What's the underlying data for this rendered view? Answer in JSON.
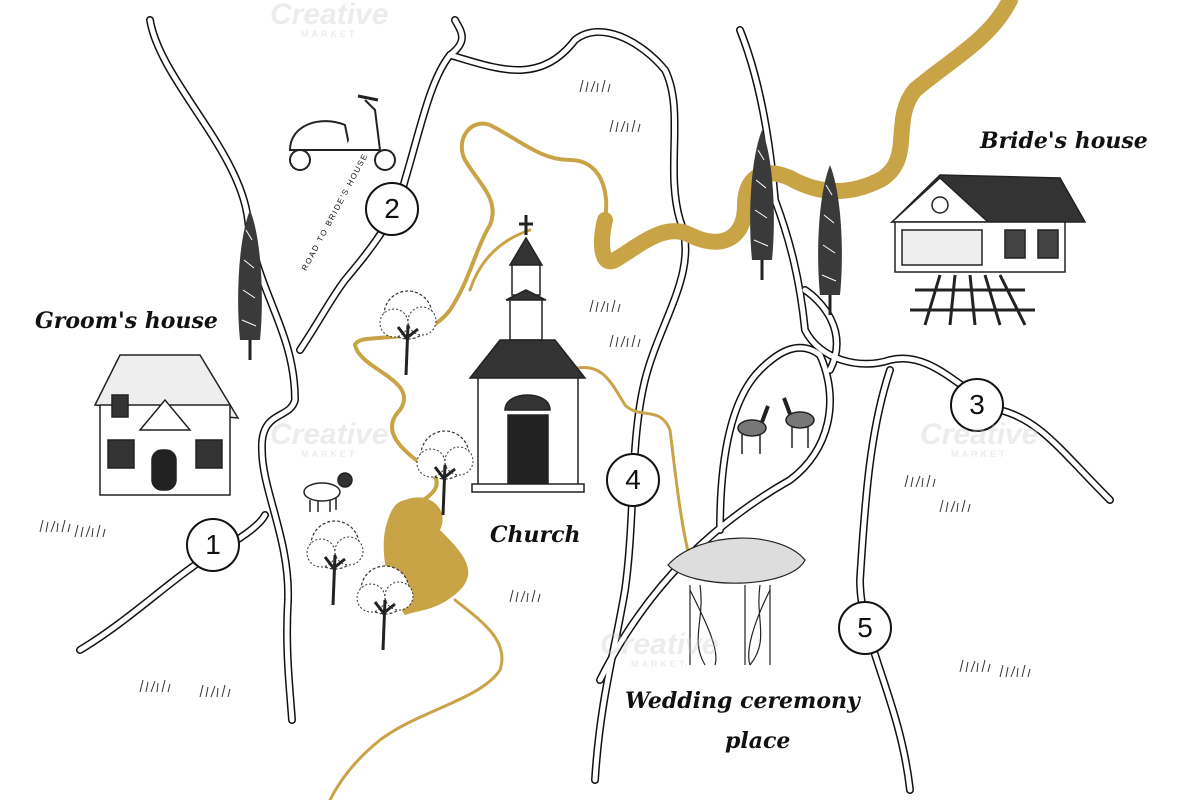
{
  "labels": {
    "groom_house": "Groom's house",
    "bride_house": "Bride's house",
    "church": "Church",
    "wedding_place_line1": "Wedding ceremony",
    "wedding_place_line2": "place",
    "road_text": "ROAD TO BRIDE'S HOUSE"
  },
  "markers": [
    "1",
    "2",
    "3",
    "4",
    "5"
  ],
  "watermark": {
    "title": "Creative",
    "subtitle": "MARKET"
  },
  "colors": {
    "river": "#c9a447",
    "road": "#111111",
    "background": "#ffffff"
  },
  "icons": [
    "groom-house-icon",
    "bride-house-icon",
    "church-icon",
    "scooter-icon",
    "cypress-tree-icon",
    "tree-icon",
    "dog-icon",
    "deer-icon",
    "wedding-arch-icon",
    "grass-icon"
  ]
}
